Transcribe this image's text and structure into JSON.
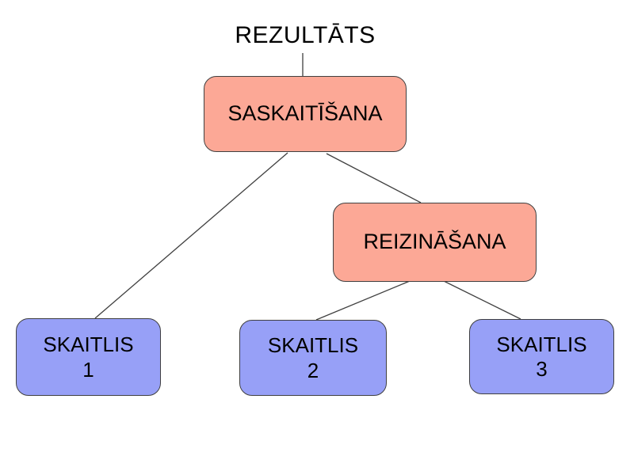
{
  "diagram": {
    "title": "REZULTĀTS",
    "nodes": [
      {
        "id": "saskaitisana",
        "label": "SASKAITĪŠANA",
        "type": "operation"
      },
      {
        "id": "reizinasana",
        "label": "REIZINĀŠANA",
        "type": "operation"
      },
      {
        "id": "skaitlis-1",
        "label": "SKAITLIS",
        "sublabel": "1",
        "type": "operand"
      },
      {
        "id": "skaitlis-2",
        "label": "SKAITLIS",
        "sublabel": "2",
        "type": "operand"
      },
      {
        "id": "skaitlis-3",
        "label": "SKAITLIS",
        "sublabel": "3",
        "type": "operand"
      }
    ],
    "edges": [
      {
        "from": "rezultats",
        "to": "saskaitisana"
      },
      {
        "from": "saskaitisana",
        "to": "skaitlis-1"
      },
      {
        "from": "saskaitisana",
        "to": "reizinasana"
      },
      {
        "from": "reizinasana",
        "to": "skaitlis-2"
      },
      {
        "from": "reizinasana",
        "to": "skaitlis-3"
      }
    ],
    "colors": {
      "operation_fill": "#FCA896",
      "operand_fill": "#97A0F7",
      "node_border": "#404040",
      "connector": "#404040",
      "text": "#000000",
      "background": "#FFFFFF"
    }
  }
}
